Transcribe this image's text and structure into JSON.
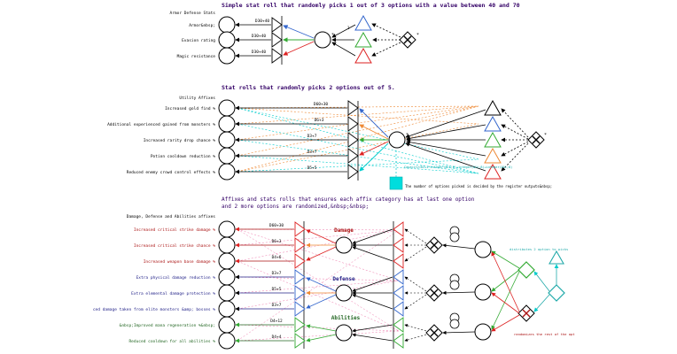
{
  "section1": {
    "title": "Simple stat roll that randomly picks 1 out of 3 options with a value between 40 and 70",
    "header": "Armor Defense Stats",
    "items": [
      {
        "label": "Armor&nbsp;",
        "value": "D30+40"
      },
      {
        "label": "Evasion rating",
        "value": "D30+40"
      },
      {
        "label": "Magic resistance",
        "value": "D30+40"
      }
    ],
    "edge_label": "1"
  },
  "section2": {
    "title": "Stat rolls that randomly picks 2 options out of 5.",
    "header": "Utility Affixes",
    "items": [
      {
        "label": "Increased gold find %",
        "value": "D60+30"
      },
      {
        "label": "Additional experienced gained from monsters %",
        "value": "D6+3"
      },
      {
        "label": "Increased rarity drop chance %",
        "value": "D3+7"
      },
      {
        "label": "Potion cooldown reduction %",
        "value": "D3+7"
      },
      {
        "label": "Reduced enemy crowd control effects %",
        "value": "D5+5"
      }
    ],
    "register_text": "Capacity=D2+1*integer(&lt;8)+integer(&lt;8)+integer(&lt;8)",
    "register_note": "The number of options picked is decided by the register outputs&nbsp;"
  },
  "section3": {
    "title_line1": "Affixes and stats rolls that ensures each affix category has at last one option",
    "title_line2": "and 2 more options are randomized,&nbsp;&nbsp;",
    "header": "Damage, Defense and Abilities affixes",
    "groups": [
      {
        "name": "Damage",
        "items": [
          {
            "label": "Increased critical strike damage %",
            "value": "D60+30"
          },
          {
            "label": "Increased critical strike chance %",
            "value": "D6+3"
          },
          {
            "label": "Increased weapon base damage %",
            "value": "D4+6"
          }
        ]
      },
      {
        "name": "Defense",
        "items": [
          {
            "label": "Extra physical damage reduction %",
            "value": "D3+7"
          },
          {
            "label": "Extra elemental damage protection %",
            "value": "D5+5"
          },
          {
            "label": "ced damage taken from elite monsters &amp; bosses %",
            "value": "D3+7"
          }
        ]
      },
      {
        "name": "Abilities",
        "items": [
          {
            "label": "&nbsp;Improved mana regeneration %&nbsp;",
            "value": "D4+12"
          },
          {
            "label": "Reduced cooldown for all abilities %",
            "value": "D4+4"
          }
        ]
      }
    ],
    "distribute_note": "distributes 2 option to picks",
    "randomize_note": "randomizes the rest of the opt"
  },
  "colors": {
    "title": "#330066",
    "blue": "#3366cc",
    "green": "#33aa33",
    "red": "#dd2222",
    "orange": "#ee8833",
    "cyan": "#00cccc",
    "dark_red": "#aa1111",
    "navy": "#222288",
    "dark_green": "#226622",
    "pink": "#ee77aa",
    "teal": "#22aaaa"
  },
  "icons": [
    "pool-icon",
    "gate-icon",
    "converter-icon",
    "register-icon",
    "delay-icon"
  ]
}
